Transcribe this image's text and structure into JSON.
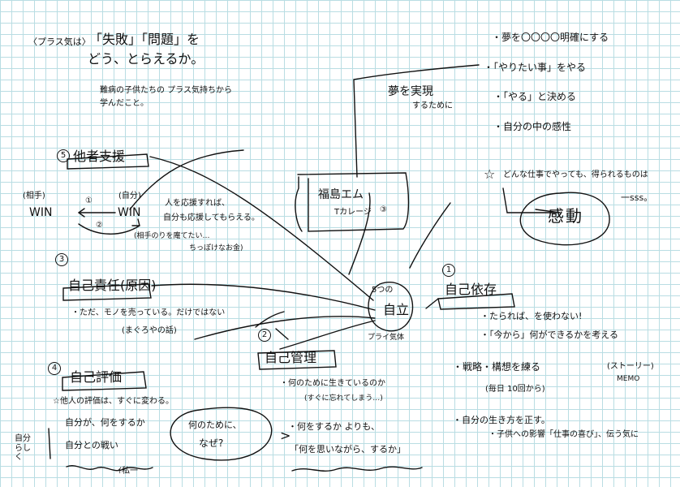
{
  "header": {
    "tag": "〈プラス気は〉",
    "question_line1": "「失敗」「問題」を",
    "question_line2": "どう、とらえるか。",
    "note_line1": "難病の子供たちの プラス気持ちから",
    "note_line2": "学んだこと。"
  },
  "dream": {
    "title": "夢を実現",
    "subtitle": "するために",
    "items": [
      "・夢を〇〇〇〇明確にする",
      "・「やりたい事」をやる",
      "・「やる」と決める",
      "・自分の中の感性"
    ]
  },
  "center_box": {
    "line1": "福島エム",
    "line2": "Tカレージ",
    "badge": "③"
  },
  "kando": {
    "star": "☆",
    "line": "どんな仕事でやっても、得られるものは",
    "word": "感動",
    "suffix": "一sss。"
  },
  "center_node": {
    "prefix": "5つの",
    "word": "自立",
    "sub": "プライ気体"
  },
  "nodes": {
    "shien": {
      "num": "5",
      "label": "他者支援"
    },
    "jiko_sekinin": {
      "num": "3",
      "label": "自己責任(原因)"
    },
    "jiko_hyouka": {
      "num": "4",
      "label": "自己評価"
    },
    "jiko_kanri": {
      "num": "2",
      "label": "自己管理"
    },
    "jiko_izon": {
      "num": "1",
      "label": "自己依存"
    }
  },
  "win": {
    "left_head": "(相手)",
    "left_word": "WIN",
    "right_head": "(自分)",
    "right_word": "WIN",
    "arrow_top_num": "①",
    "arrow_bottom_num": "②",
    "note_line1": "人を応援すれば、",
    "note_line2": "自分も応援してもらえる。",
    "note_line3": "(相手のりを庵てたい…",
    "note_line4": "ちっぽけなお金)"
  },
  "sekinin_notes": {
    "line1": "・ただ、モノを売っている。だけではない",
    "line2": "(まぐろやの話)"
  },
  "hyouka_notes": {
    "line1": "☆他人の評価は、すぐに変わる。",
    "line2": "自分が、何をするか",
    "line3": "自分との戦い",
    "tail": "ｲ私一",
    "side": "自分らしく"
  },
  "naze": {
    "line1": "何のために、",
    "line2": "なぜ?",
    "arrow": ">"
  },
  "kanri_notes": {
    "line1": "・何のために生きているのか",
    "line2": "(すぐに忘れてしまう…)",
    "line3": "・何をするか よりも、",
    "line4": "「何を思いながら、するか」"
  },
  "izon_notes": {
    "line1": "・たられば、を使わない!",
    "line2": "・「今から」何ができるかを考える",
    "line3": "・戦略・構想を練る",
    "line3_paren": "(ストーリー)",
    "line3_sub": "MEMO",
    "line4": "(毎日 10回から)",
    "line5": "・自分の生き方を正す。",
    "line6": "・子供への影響「仕事の喜び」、伝う気に"
  }
}
